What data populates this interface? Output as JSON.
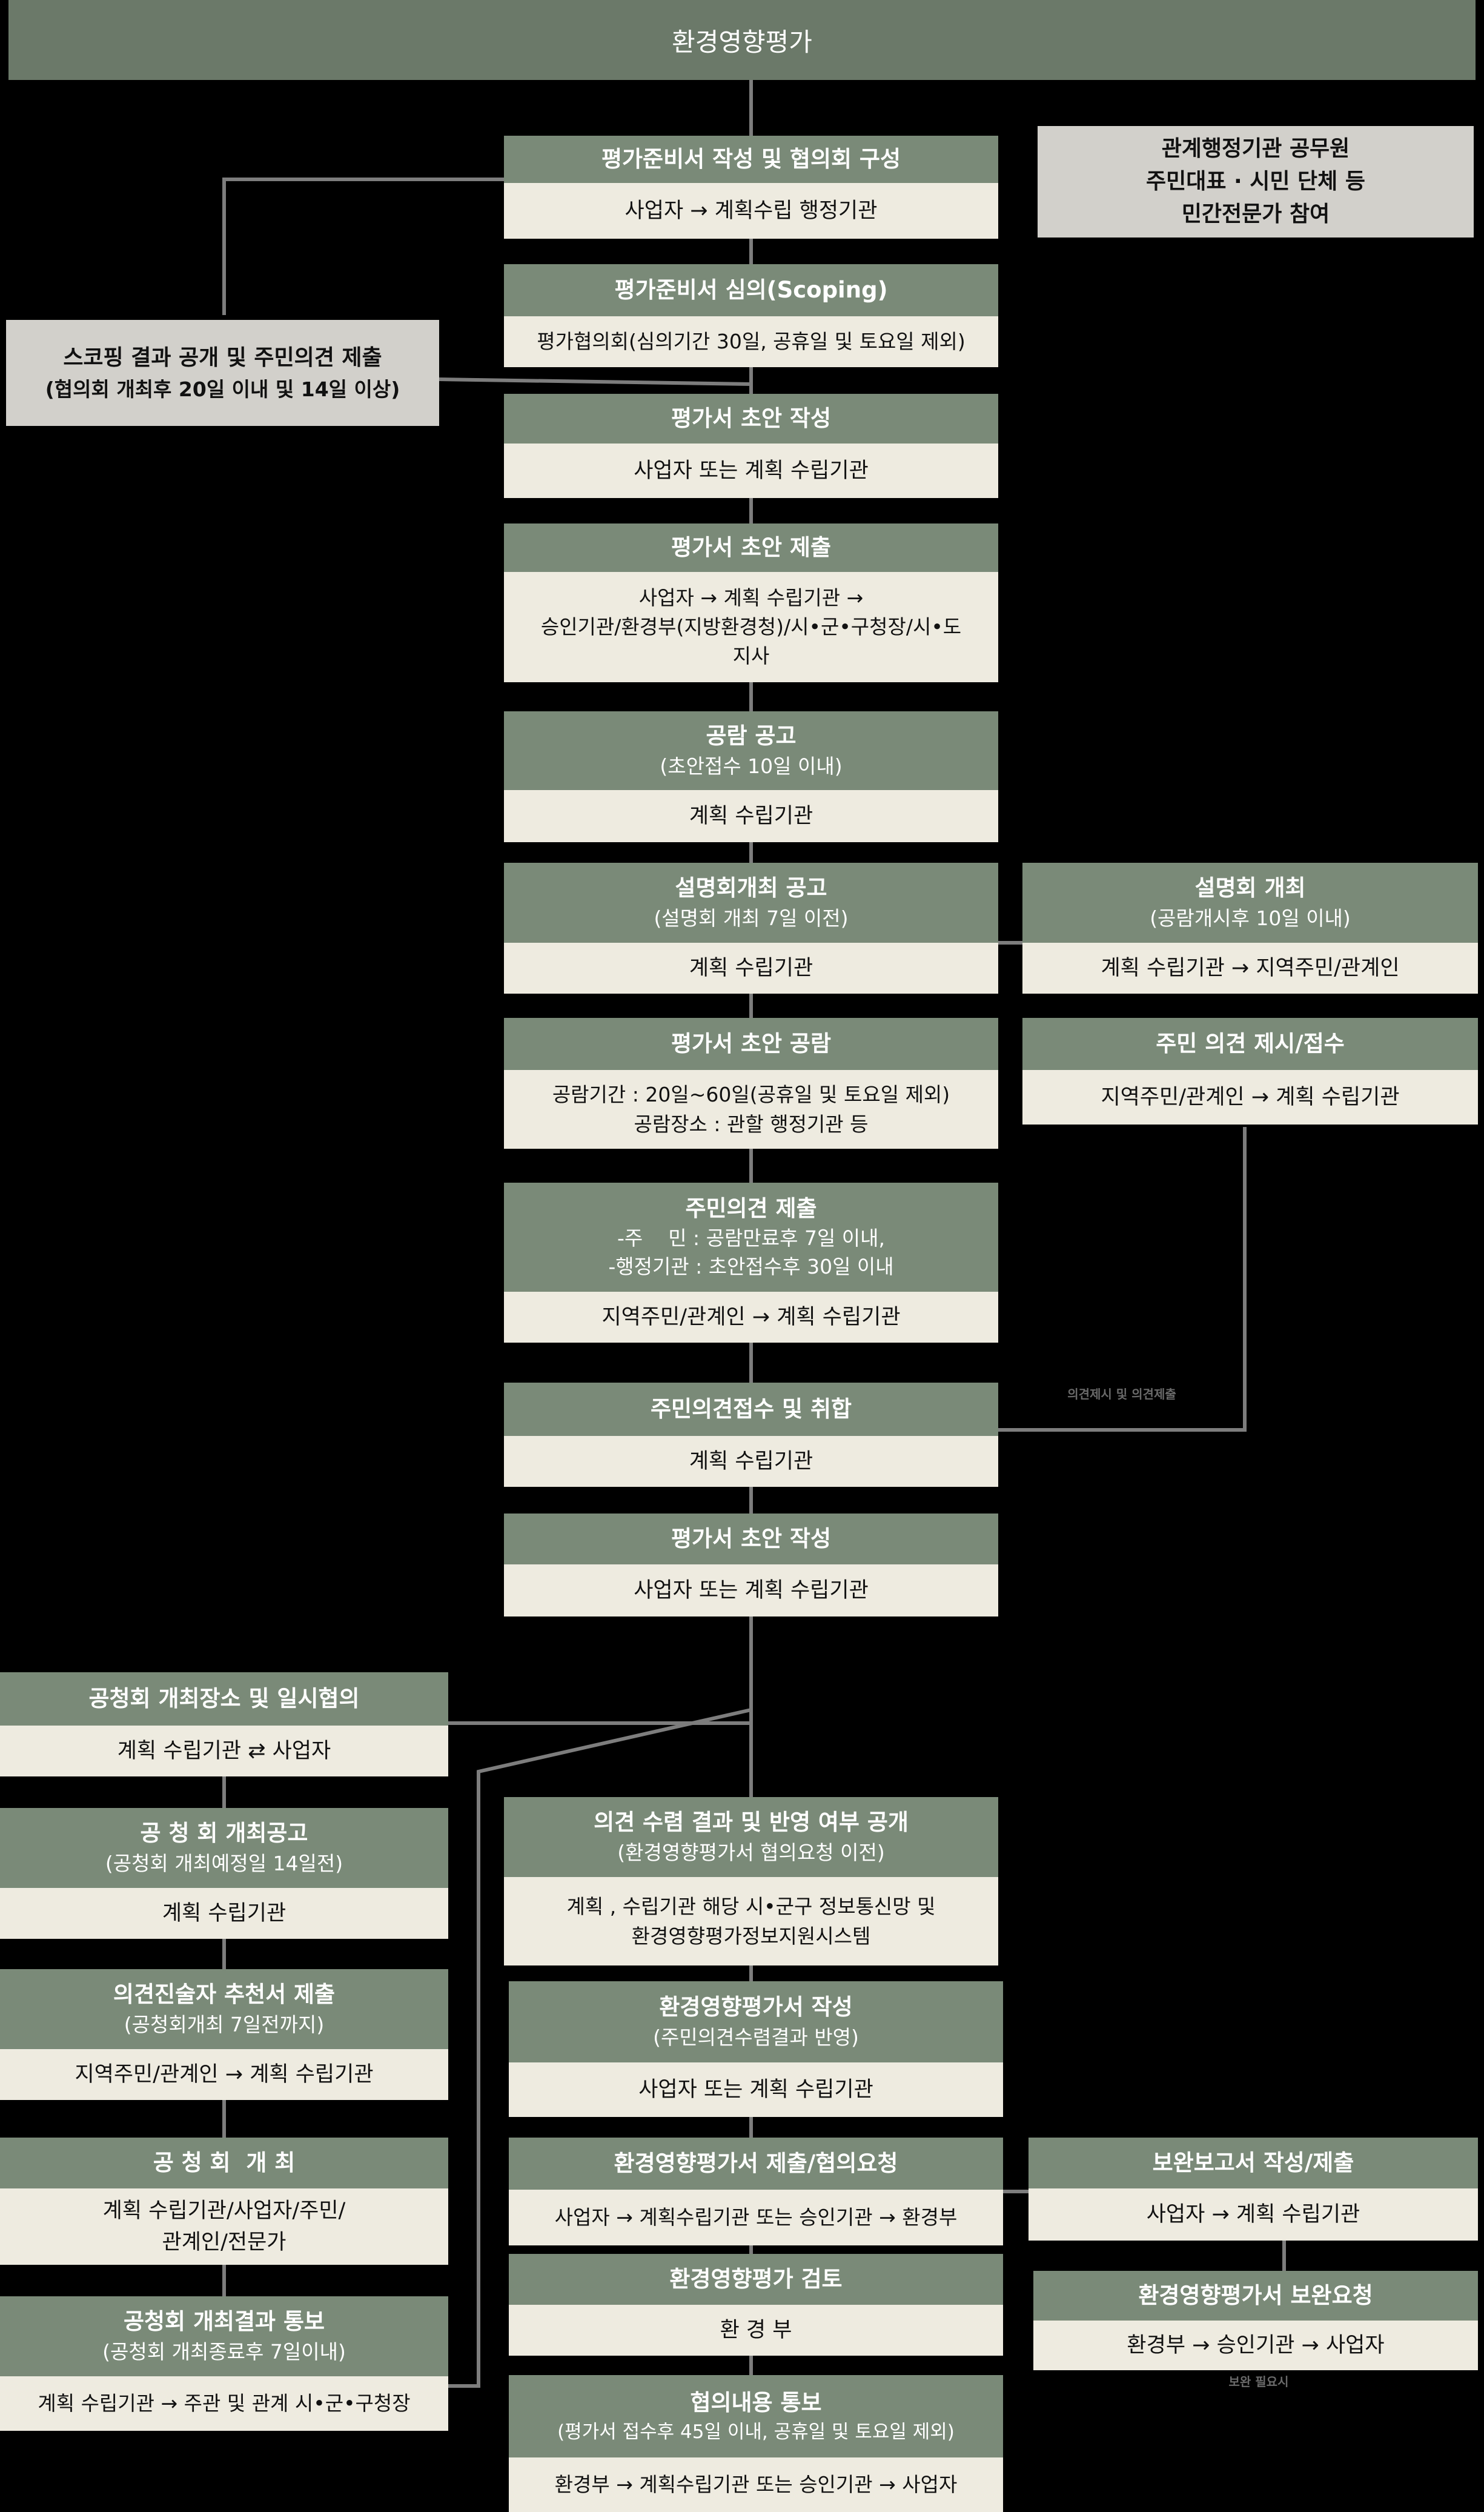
{
  "title": "환경영향평가",
  "side_notes": {
    "participants": [
      "관계행정기관 공무원",
      "주민대표 · 시민 단체 등",
      "민간전문가 참여"
    ],
    "scoping_disclosure": [
      "스코핑 결과 공개 및 주민의견 제출",
      "(협의회 개최후 20일 이내 및 14일 이상)"
    ]
  },
  "steps": {
    "prep": {
      "title": "평가준비서 작성 및 협의회 구성",
      "body": [
        "사업자 → 계획수립 행정기관"
      ]
    },
    "scoping": {
      "title": "평가준비서 심의(Scoping)",
      "body": [
        "평가협의회(심의기간 30일, 공휴일 및 토요일 제외)"
      ]
    },
    "draft1": {
      "title": "평가서 초안 작성",
      "body": [
        "사업자 또는 계획 수립기관"
      ]
    },
    "draft_submit": {
      "title": "평가서 초안 제출",
      "body": [
        "사업자 → 계획 수립기관 →",
        "승인기관/환경부(지방환경청)/시•군•구청장/시•도",
        "지사"
      ]
    },
    "notice": {
      "title": "공람 공고",
      "sub": "(초안접수 10일 이내)",
      "body": [
        "계획 수립기관"
      ]
    },
    "briefing_notice": {
      "title": "설명회개최 공고",
      "sub": "(설명회 개최 7일 이전)",
      "body": [
        "계획 수립기관"
      ]
    },
    "briefing": {
      "title": "설명회 개최",
      "sub": "(공람개시후 10일 이내)",
      "body": [
        "계획 수립기관 → 지역주민/관계인"
      ]
    },
    "public_view": {
      "title": "평가서 초안 공람",
      "body": [
        "공람기간 : 20일~60일(공휴일 및 토요일 제외)",
        "공람장소 : 관할 행정기관 등"
      ]
    },
    "resident_present": {
      "title": "주민 의견 제시/접수",
      "body": [
        "지역주민/관계인 → 계획 수립기관"
      ]
    },
    "opinion_submit": {
      "title": "주민의견 제출",
      "sub_lines": [
        "-주    민 : 공람만료후 7일 이내,",
        "-행정기관 : 초안접수후 30일 이내"
      ],
      "body": [
        "지역주민/관계인 → 계획 수립기관"
      ]
    },
    "opinion_collect": {
      "title": "주민의견접수 및 취합",
      "body": [
        "계획 수립기관"
      ]
    },
    "draft2": {
      "title": "평가서 초안 작성",
      "body": [
        "사업자 또는 계획 수립기관"
      ]
    },
    "hearing_venue": {
      "title": "공청회 개최장소 및 일시협의",
      "body": [
        "계획 수립기관 ⇄ 사업자"
      ]
    },
    "hearing_notice": {
      "title": "공 청 회 개최공고",
      "sub": "(공청회 개최예정일 14일전)",
      "body": [
        "계획 수립기관"
      ]
    },
    "statement": {
      "title": "의견진술자 추천서 제출",
      "sub": "(공청회개최 7일전까지)",
      "body": [
        "지역주민/관계인 → 계획 수립기관"
      ]
    },
    "hearing": {
      "title": "공 청 회  개 최",
      "body": [
        "계획 수립기관/사업자/주민/",
        "관계인/전문가"
      ]
    },
    "hearing_result": {
      "title": "공청회 개최결과 통보",
      "sub": "(공청회 개최종료후 7일이내)",
      "body": [
        "계획 수립기관 → 주관 및 관계 시•군•구청장"
      ]
    },
    "disclosure": {
      "title": "의견 수렴 결과 및 반영 여부 공개",
      "sub": "(환경영향평가서 협의요청 이전)",
      "body": [
        "계획 , 수립기관 해당 시•군구 정보통신망 및",
        "환경영향평가정보지원시스템"
      ]
    },
    "eia_write": {
      "title": "환경영향평가서 작성",
      "sub": "(주민의견수렴결과 반영)",
      "body": [
        "사업자 또는 계획 수립기관"
      ]
    },
    "eia_submit": {
      "title": "환경영향평가서 제출/협의요청",
      "body": [
        "사업자 → 계획수립기관 또는 승인기관 → 환경부"
      ]
    },
    "supplement_report": {
      "title": "보완보고서 작성/제출",
      "body": [
        "사업자 → 계획 수립기관"
      ]
    },
    "eia_review": {
      "title": "환경영향평가 검토",
      "body": [
        "환 경 부"
      ]
    },
    "supplement_request": {
      "title": "환경영향평가서 보완요청",
      "body": [
        "환경부 → 승인기관 → 사업자"
      ]
    },
    "consult_notice": {
      "title": "협의내용 통보",
      "sub": "(평가서 접수후 45일 이내, 공휴일 및 토요일 제외)",
      "body": [
        "환경부 → 계획수립기관 또는 승인기관 → 사업자"
      ]
    }
  },
  "tiny_labels": {
    "opinion_arrow": [
      "의견제시 및 의견제출"
    ],
    "supplement_arrow": [
      "보완 필요시"
    ]
  }
}
